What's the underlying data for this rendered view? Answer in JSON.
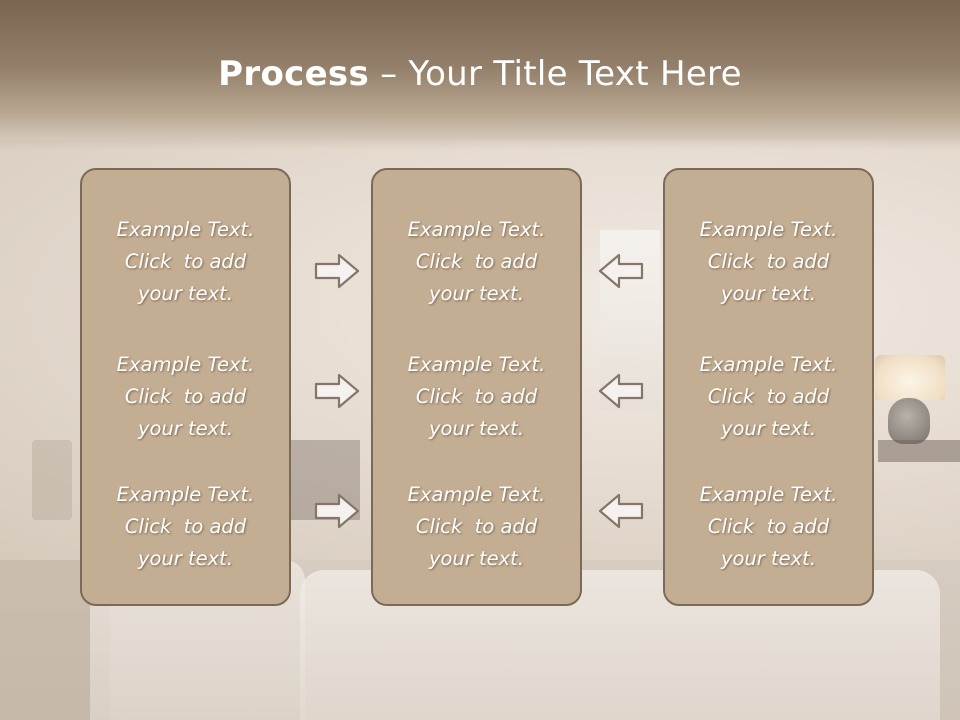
{
  "title": {
    "bold": "Process",
    "rest": " – Your Title Text Here"
  },
  "panels": [
    {
      "items": [
        {
          "line1": "Example Text.",
          "line2": "Click  to add",
          "line3": "your text."
        },
        {
          "line1": "Example Text.",
          "line2": "Click  to add",
          "line3": "your text."
        },
        {
          "line1": "Example Text.",
          "line2": "Click  to add",
          "line3": "your text."
        }
      ]
    },
    {
      "items": [
        {
          "line1": "Example Text.",
          "line2": "Click  to add",
          "line3": "your text."
        },
        {
          "line1": "Example Text.",
          "line2": "Click  to add",
          "line3": "your text."
        },
        {
          "line1": "Example Text.",
          "line2": "Click  to add",
          "line3": "your text."
        }
      ]
    },
    {
      "items": [
        {
          "line1": "Example Text.",
          "line2": "Click  to add",
          "line3": "your text."
        },
        {
          "line1": "Example Text.",
          "line2": "Click  to add",
          "line3": "your text."
        },
        {
          "line1": "Example Text.",
          "line2": "Click  to add",
          "line3": "your text."
        }
      ]
    }
  ],
  "arrows": {
    "left_to_center": [
      "right-arrow-icon",
      "right-arrow-icon",
      "right-arrow-icon"
    ],
    "right_to_center": [
      "left-arrow-icon",
      "left-arrow-icon",
      "left-arrow-icon"
    ]
  },
  "colors": {
    "panel_fill": "#c4ae93",
    "panel_border": "#7c6a58",
    "title_band": "#8a755f",
    "text": "#ffffff",
    "arrow_fill": "#f4f1ee",
    "arrow_stroke": "#847668"
  }
}
